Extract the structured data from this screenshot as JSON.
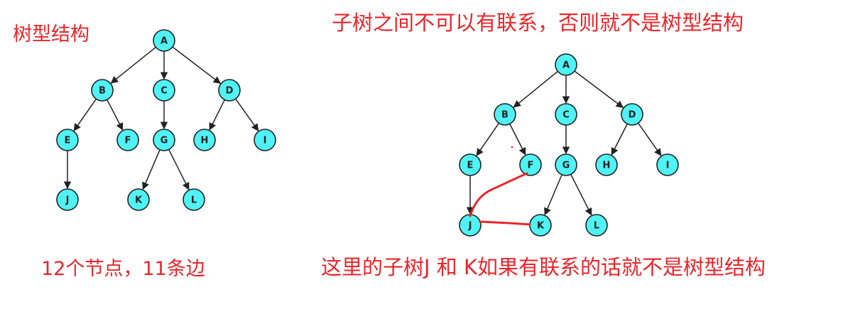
{
  "labels": {
    "title_left": "树型结构",
    "title_right": "子树之间不可以有联系，否则就不是树型结构",
    "caption_left": "12个节点，11条边",
    "caption_right": "这里的子树J 和 K如果有联系的话就不是树型结构"
  },
  "trees": [
    {
      "nodes": [
        "A",
        "B",
        "C",
        "D",
        "E",
        "F",
        "G",
        "H",
        "I",
        "J",
        "K",
        "L"
      ],
      "edges": [
        [
          "A",
          "B"
        ],
        [
          "A",
          "C"
        ],
        [
          "A",
          "D"
        ],
        [
          "B",
          "E"
        ],
        [
          "B",
          "F"
        ],
        [
          "C",
          "G"
        ],
        [
          "D",
          "H"
        ],
        [
          "D",
          "I"
        ],
        [
          "E",
          "J"
        ],
        [
          "G",
          "K"
        ],
        [
          "G",
          "L"
        ]
      ]
    },
    {
      "nodes": [
        "A",
        "B",
        "C",
        "D",
        "E",
        "F",
        "G",
        "H",
        "I",
        "J",
        "K",
        "L"
      ],
      "edges": [
        [
          "A",
          "B"
        ],
        [
          "A",
          "C"
        ],
        [
          "A",
          "D"
        ],
        [
          "B",
          "E"
        ],
        [
          "B",
          "F"
        ],
        [
          "C",
          "G"
        ],
        [
          "D",
          "H"
        ],
        [
          "D",
          "I"
        ],
        [
          "E",
          "J"
        ],
        [
          "G",
          "K"
        ],
        [
          "G",
          "L"
        ]
      ]
    }
  ],
  "colors": {
    "text_red": "#e8262b",
    "node_fill": "#4ff3f5",
    "node_stroke": "#222222",
    "annotation": "#e8262b"
  }
}
